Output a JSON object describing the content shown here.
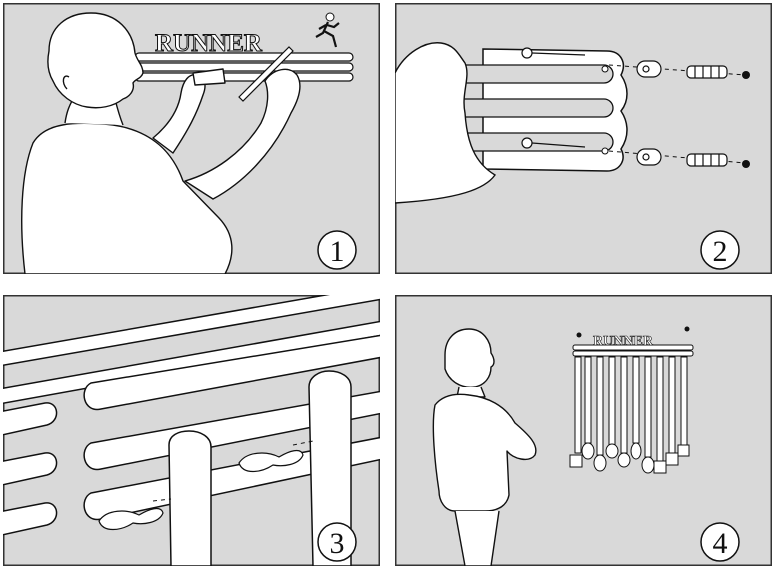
{
  "panels": [
    {
      "step": "1",
      "sign_text": "RUNNER"
    },
    {
      "step": "2"
    },
    {
      "step": "3"
    },
    {
      "step": "4",
      "sign_text": "RUNNER"
    }
  ],
  "colors": {
    "background": "#d9d9d9",
    "frame": "#333333",
    "line": "#1a1a1a",
    "fill_white": "#ffffff"
  }
}
